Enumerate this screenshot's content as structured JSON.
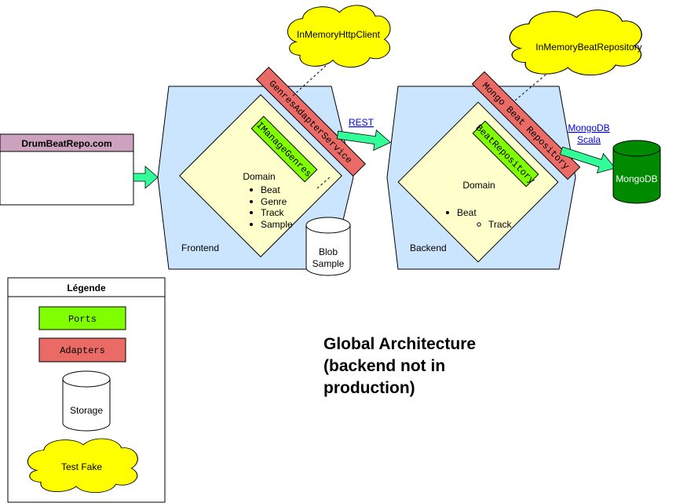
{
  "website": {
    "label": "DrumBeatRepo.com"
  },
  "links": {
    "rest": "REST",
    "mongo_line1": "MongoDB",
    "mongo_line2": "Scala"
  },
  "frontend": {
    "label": "Frontend",
    "domain_title": "Domain",
    "domain_items": [
      "Beat",
      "Genre",
      "Track",
      "Sample"
    ],
    "port": "IManageGenres",
    "adapter": "GenresAdapterService",
    "fake": "InMemoryHttpClient",
    "storage_line1": "Blob",
    "storage_line2": "Sample"
  },
  "backend": {
    "label": "Backend",
    "domain_title": "Domain",
    "domain_item": "Beat",
    "domain_subitem": "Track",
    "port": "BeatRepository",
    "adapter": "Mongo Beat Repository",
    "fake": "InMemoryBeatRepository"
  },
  "database": {
    "label": "MongoDB"
  },
  "legend": {
    "title": "Légende",
    "ports": "Ports",
    "adapters": "Adapters",
    "storage": "Storage",
    "fake": "Test Fake"
  },
  "title_lines": [
    "Global Architecture",
    "(backend not in",
    "production)"
  ],
  "colors": {
    "hexagon": "#cce5ff",
    "domain": "#ffffcc",
    "port": "#80ff00",
    "adapter": "#ea6b66",
    "cloud": "#ffff00",
    "arrow": "#33ff99",
    "database": "#008a00",
    "website_header": "#cda2be",
    "link": "#0000ee"
  }
}
